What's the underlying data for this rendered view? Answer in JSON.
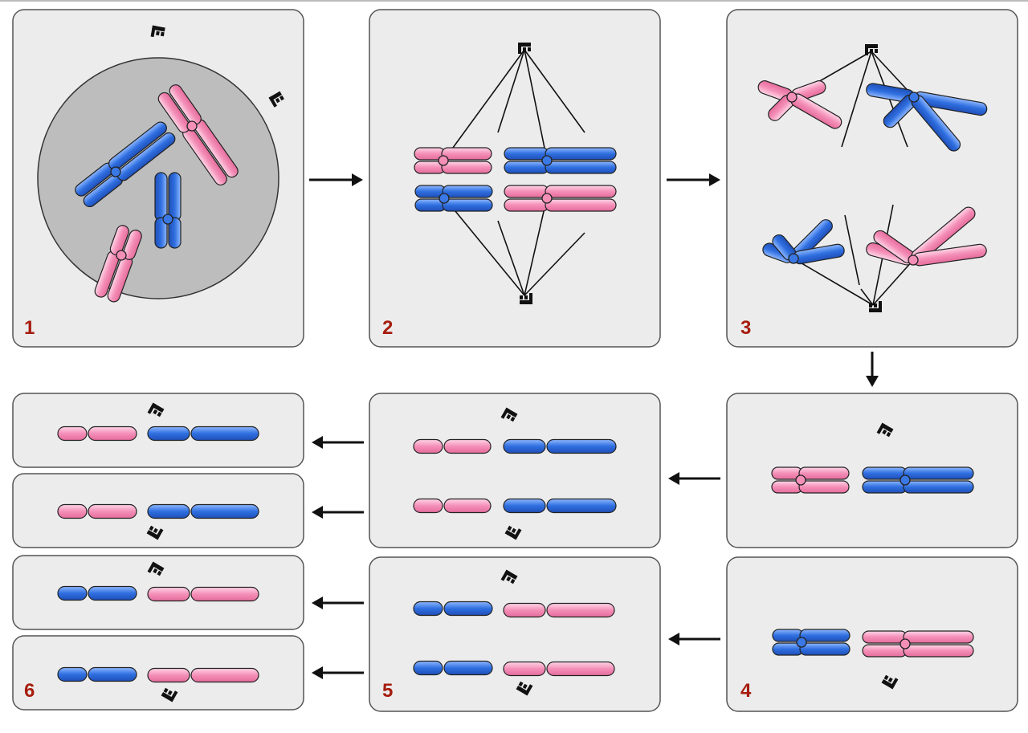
{
  "diagram": {
    "steps": [
      {
        "label": "1"
      },
      {
        "label": "2"
      },
      {
        "label": "3"
      },
      {
        "label": "4"
      },
      {
        "label": "5"
      },
      {
        "label": "6"
      }
    ],
    "colors": {
      "panel_fill": "#ececec",
      "panel_stroke": "#555555",
      "nucleus_fill": "#bdbdbd",
      "pink_chromosome": "#f48fb8",
      "blue_chromosome": "#2f6fe0",
      "label_color": "#a61c0d",
      "arrow_color": "#111111",
      "spindle_color": "#111111"
    },
    "icons": [
      "centrosome-icon",
      "chromosome",
      "spindle-fiber",
      "arrow-icon"
    ]
  }
}
